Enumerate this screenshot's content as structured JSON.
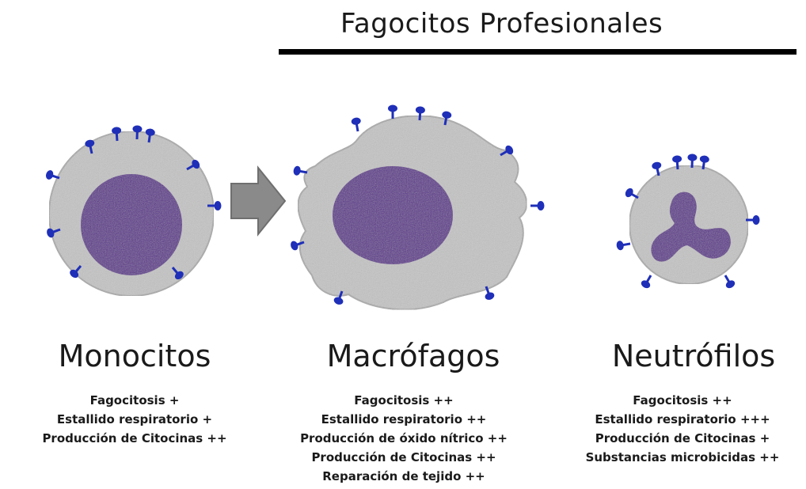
{
  "header": {
    "title": "Fagocitos Profesionales"
  },
  "colors": {
    "cytoplasm": "#c4c4c4",
    "nucleus": "#5a2a8a",
    "receptor": "#1f2fb8",
    "arrow": "#8a8a8a",
    "rule": "#000000"
  },
  "cells": [
    {
      "name": "Monocitos",
      "traits": [
        "Fagocitosis +",
        "Estallido respiratorio +",
        "Producción de Citocinas ++"
      ]
    },
    {
      "name": "Macrófagos",
      "traits": [
        "Fagocitosis ++",
        "Estallido respiratorio ++",
        "Producción de óxido nítrico ++",
        "Producción de Citocinas ++",
        "Reparación de tejido ++"
      ]
    },
    {
      "name": "Neutrófilos",
      "traits": [
        "Fagocitosis ++",
        "Estallido respiratorio +++",
        "Producción de Citocinas +",
        "Substancias microbicidas ++"
      ]
    }
  ]
}
